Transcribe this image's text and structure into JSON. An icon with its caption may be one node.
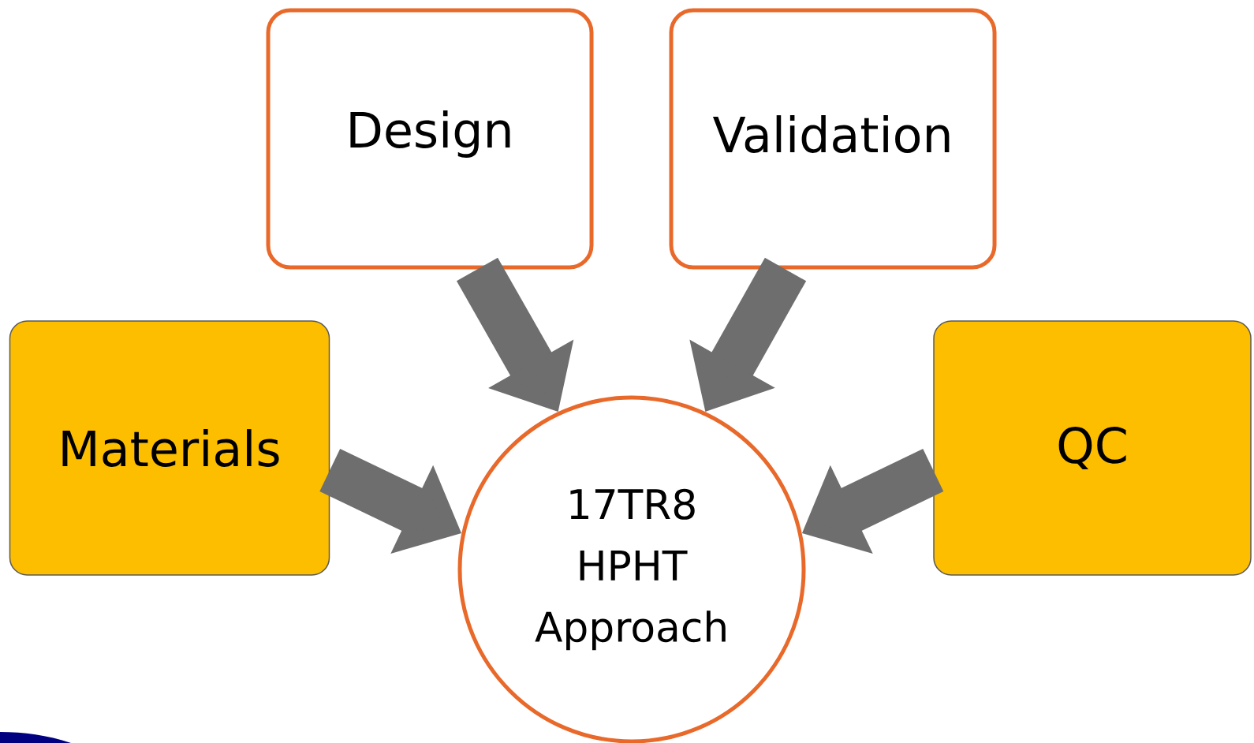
{
  "diagram": {
    "nodes": [
      {
        "text": [
          "Design"
        ]
      },
      {
        "text": [
          "Validation"
        ]
      },
      {
        "text": [
          "Materials"
        ]
      },
      {
        "text": [
          "17TR8 HPHT Approach"
        ]
      },
      {
        "text": [
          "QC"
        ]
      }
    ],
    "edges": [
      {
        "from": 0,
        "to": 3,
        "arrow": "to"
      },
      {
        "from": 1,
        "to": 3,
        "arrow": "to"
      },
      {
        "from": 2,
        "to": 3,
        "arrow": "to"
      },
      {
        "from": 4,
        "to": 3,
        "arrow": "to"
      }
    ]
  }
}
